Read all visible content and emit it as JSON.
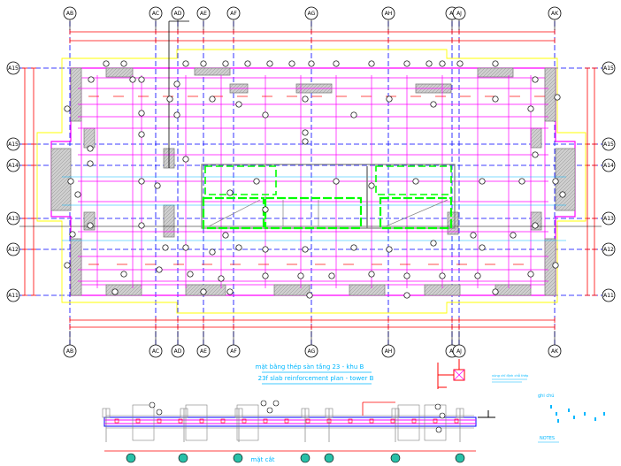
{
  "drawing": {
    "top_axes": [
      "AB",
      "AC",
      "AD",
      "AE",
      "AF",
      "AG",
      "AH",
      "AI",
      "AJ",
      "AK"
    ],
    "bottom_axes": [
      "AB",
      "AC",
      "AD",
      "AE",
      "AF",
      "AG",
      "AH",
      "AI",
      "AJ",
      "AK"
    ],
    "row_axes": [
      "A15",
      "A15",
      "A14",
      "A13",
      "A12",
      "A11"
    ],
    "title_vn": "mặt bằng thép sàn tầng 23 - khu B",
    "title_en": "23f slab reinforcement plan - tower B",
    "section_title": "mặt cắt",
    "notes_heading": "ghi chú",
    "notes_label": "NOTES",
    "legend_text": "vùng chỉ định chỗ thép"
  },
  "colors": {
    "magenta": "#ff00ff",
    "blue": "#0000ff",
    "red": "#ff0000",
    "yellow": "#ffff00",
    "green": "#00ff00",
    "cyan": "#00b7ff",
    "gray": "#808080",
    "black": "#000000"
  }
}
